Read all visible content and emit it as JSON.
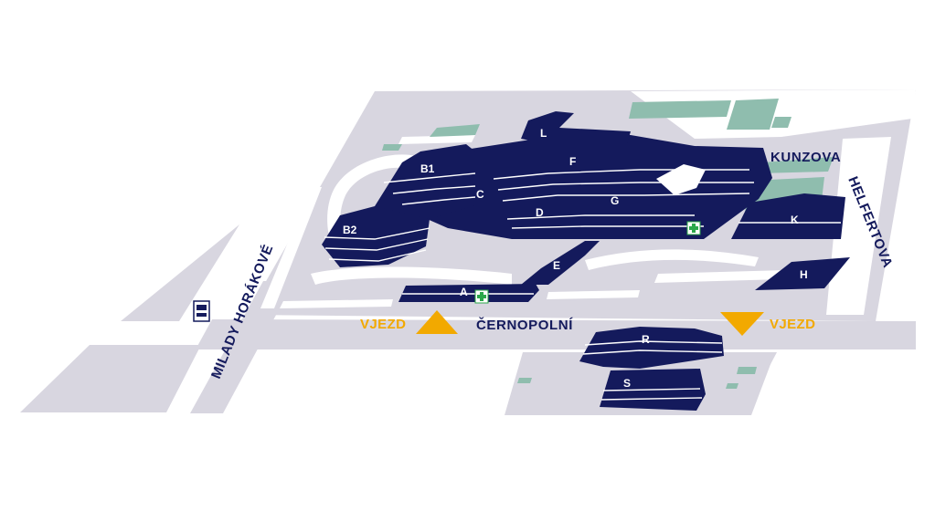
{
  "colors": {
    "building": "#141a5c",
    "street": "#d8d6e0",
    "greenery": "#8fbdae",
    "entry": "#f2a900",
    "pharmacy": "#2ba84a"
  },
  "streets": {
    "kunzova": "KUNZOVA",
    "helfertova": "HELFERTOVA",
    "cernopolni": "ČERNOPOLNÍ",
    "milady_horakove": "MILADY HORÁKOVÉ"
  },
  "buildings": {
    "b1": "B1",
    "b2": "B2",
    "c": "C",
    "d": "D",
    "e": "E",
    "f": "F",
    "g": "G",
    "a": "A",
    "k": "K",
    "h": "H",
    "l": "L",
    "r": "R",
    "s": "S"
  },
  "entries": {
    "west": "VJEZD",
    "east": "VJEZD"
  },
  "icons": {
    "pharmacy": "pharmacy-cross-icon",
    "bus_stop": "bus-stop-icon",
    "entry_arrow_up": "entry-triangle-up-icon",
    "entry_arrow_down": "entry-triangle-down-icon"
  }
}
